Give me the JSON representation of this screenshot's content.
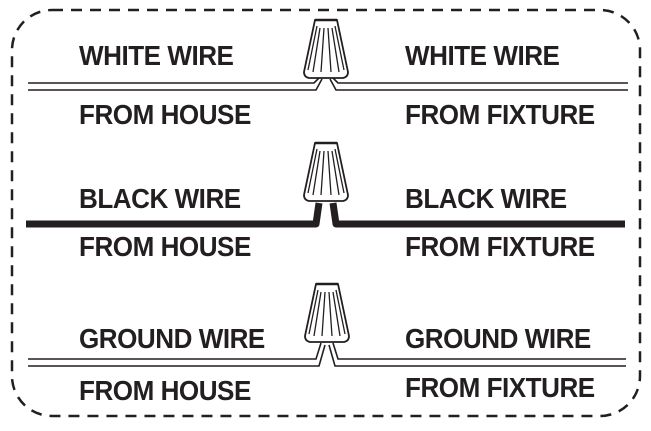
{
  "colors": {
    "line": "#231f20",
    "background": "#ffffff"
  },
  "rows": [
    {
      "wire": "white",
      "left_top": "WHITE WIRE",
      "left_bottom": "FROM HOUSE",
      "right_top": "WHITE WIRE",
      "right_bottom": "FROM FIXTURE",
      "connector": "wire-nut-icon"
    },
    {
      "wire": "black",
      "left_top": "BLACK WIRE",
      "left_bottom": "FROM HOUSE",
      "right_top": "BLACK WIRE",
      "right_bottom": "FROM FIXTURE",
      "connector": "wire-nut-icon"
    },
    {
      "wire": "ground",
      "left_top": "GROUND WIRE",
      "left_bottom": "FROM HOUSE",
      "right_top": "GROUND WIRE",
      "right_bottom": "FROM FIXTURE",
      "connector": "wire-nut-icon"
    }
  ]
}
